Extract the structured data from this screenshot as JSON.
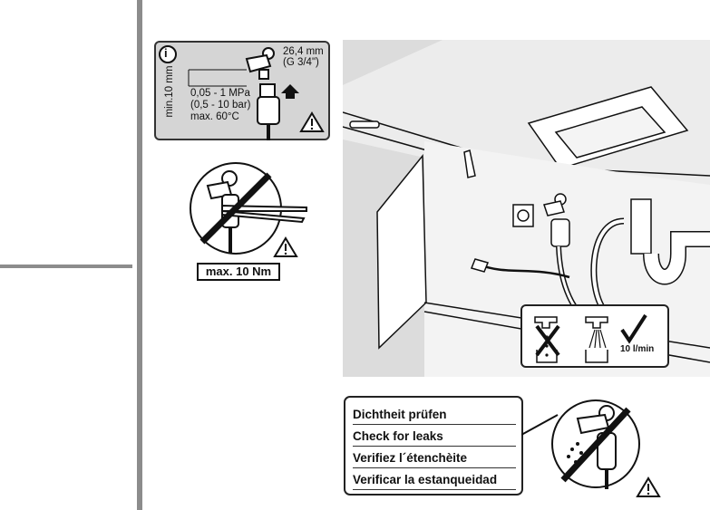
{
  "info_card": {
    "info_symbol": "i",
    "size_mm": "26,4 mm",
    "size_thread": "(G 3/4\")",
    "min_gap": "min.10 mm",
    "pressure_mpa": "0,05 - 1 MPa",
    "pressure_bar": "(0,5 - 10 bar)",
    "max_temp": "max. 60°C"
  },
  "torque": {
    "label": "max. 10 Nm"
  },
  "flow": {
    "rate_label": "10 l/min"
  },
  "leak_check": {
    "lines": [
      "Dichtheit prüfen",
      "Check for leaks",
      "Verifiez l´étenchèite",
      "Verificar la estanqueidad"
    ]
  },
  "colors": {
    "card_bg": "#d5d5d5",
    "scene_bg": "#dcdcdc",
    "rule": "#8c8c8c"
  }
}
